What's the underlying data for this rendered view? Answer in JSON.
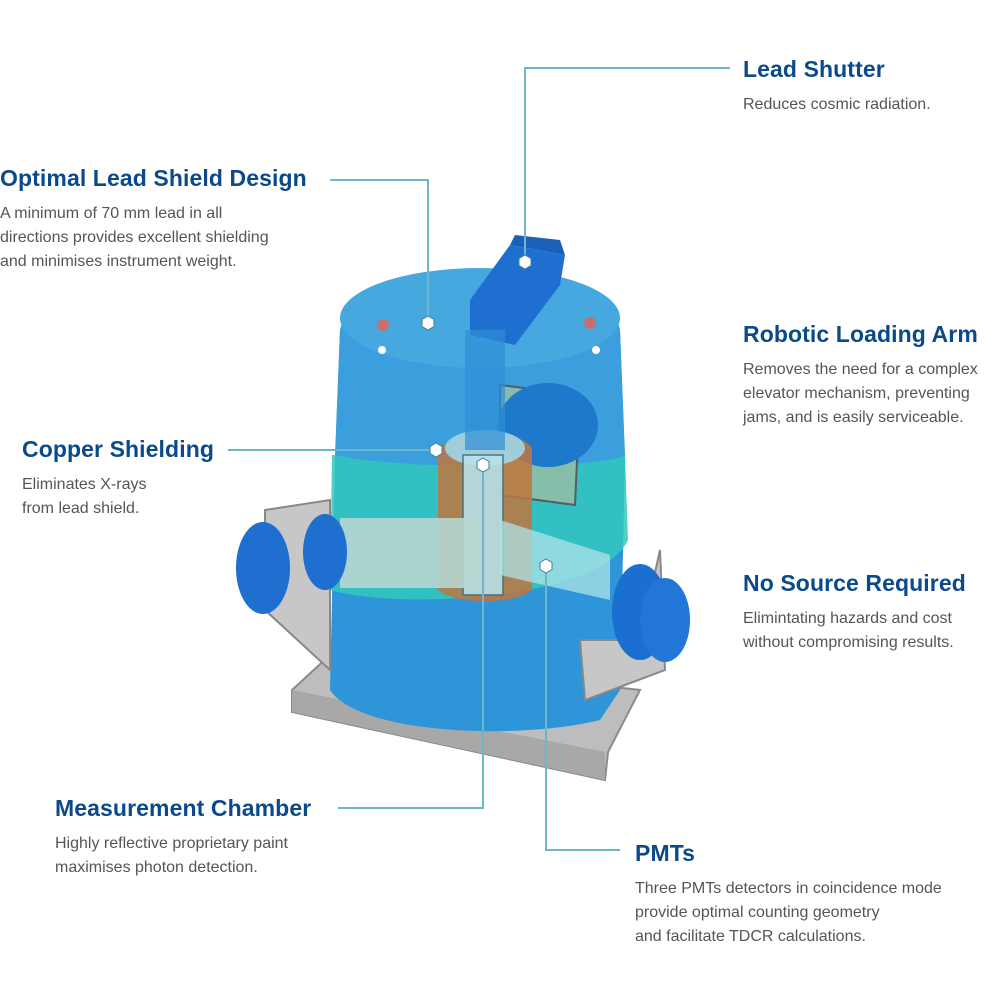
{
  "colors": {
    "heading": "#0a4a8c",
    "body_text": "#555555",
    "leader_line": "#6fb6cc",
    "shield_blue": "#2e95d8",
    "shield_teal": "#33c8c0",
    "copper": "#c0763e",
    "pmt_blue": "#1a6fd0",
    "base_plate": "#bdbdbd"
  },
  "callouts": {
    "lead_shutter": {
      "title": "Lead Shutter",
      "lines": [
        "Reduces cosmic radiation."
      ]
    },
    "lead_shield": {
      "title": "Optimal Lead Shield Design",
      "lines": [
        "A minimum of 70 mm lead in all",
        "directions provides excellent shielding",
        "and minimises instrument weight."
      ]
    },
    "robotic_arm": {
      "title": "Robotic Loading Arm",
      "lines": [
        "Removes the need for a complex",
        "elevator mechanism, preventing",
        "jams, and is easily serviceable."
      ]
    },
    "copper_shielding": {
      "title": "Copper Shielding",
      "lines": [
        "Eliminates X-rays",
        "from lead shield."
      ]
    },
    "no_source": {
      "title": "No Source Required",
      "lines": [
        "Elimintating hazards and cost",
        "without compromising results."
      ]
    },
    "measurement_chamber": {
      "title": "Measurement Chamber",
      "lines": [
        "Highly reflective proprietary paint",
        "maximises photon detection."
      ]
    },
    "pmts": {
      "title": "PMTs",
      "lines": [
        "Three PMTs detectors in coincidence mode",
        "provide optimal counting geometry",
        "and facilitate TDCR calculations."
      ]
    }
  }
}
